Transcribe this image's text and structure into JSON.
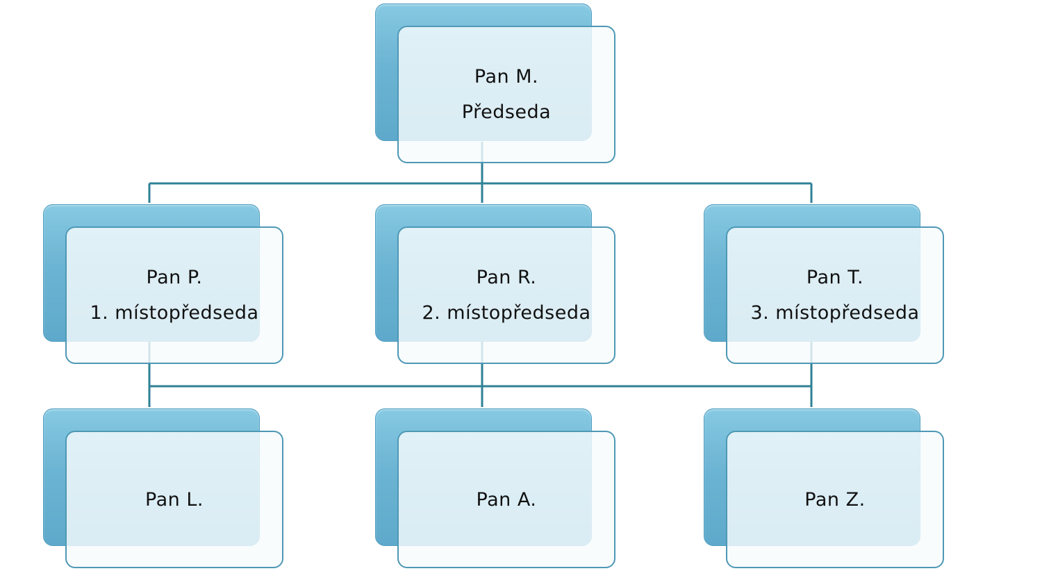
{
  "diagram": {
    "type": "org-chart",
    "colors": {
      "back_box": "#6cb4d3",
      "front_box_border": "#4e98b5",
      "connector": "#2f8196",
      "text": "#111111"
    },
    "top": {
      "name": "Pan M.",
      "role": "Předseda"
    },
    "middle": [
      {
        "name": "Pan P.",
        "role": "1. místopředseda"
      },
      {
        "name": "Pan R.",
        "role": "2. místopředseda"
      },
      {
        "name": "Pan T.",
        "role": "3. místopředseda"
      }
    ],
    "bottom": [
      {
        "name": "Pan L."
      },
      {
        "name": "Pan A."
      },
      {
        "name": "Pan Z."
      }
    ]
  }
}
